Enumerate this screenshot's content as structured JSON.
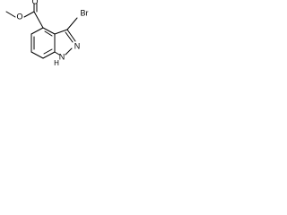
{
  "molecule": {
    "atoms": {
      "o_ester": "O",
      "o_carbonyl": "O",
      "br": "Br",
      "n_ring": "N",
      "nh": "N",
      "h": "H"
    },
    "colors": {
      "bond": "#000000",
      "text": "#000000",
      "background": "#ffffff"
    }
  }
}
